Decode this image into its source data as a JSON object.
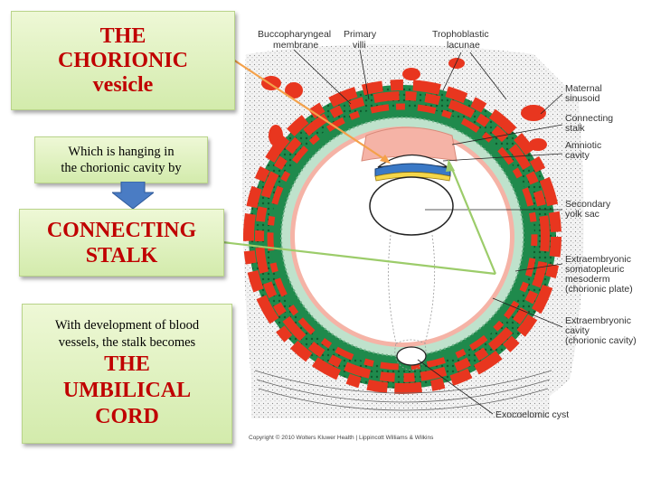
{
  "boxes": {
    "title": {
      "line1": "THE",
      "line2": "CHORIONIC",
      "line3": "vesicle"
    },
    "hanging": {
      "line1": "Which is hanging in",
      "line2": "the chorionic cavity by"
    },
    "stalk": {
      "line1": "CONNECTING",
      "line2": "STALK"
    },
    "umbilical": {
      "line1": "With development of blood",
      "line2": "vessels, the stalk becomes",
      "red1": "THE",
      "red2": "UMBILICAL",
      "red3": "CORD"
    }
  },
  "labels": {
    "buccopharyngeal1": "Buccopharyngeal",
    "buccopharyngeal2": "membrane",
    "primary1": "Primary",
    "primary2": "villi",
    "tropho1": "Trophoblastic",
    "tropho2": "lacunae",
    "maternal1": "Maternal",
    "maternal2": "sinusoid",
    "connecting1": "Connecting",
    "connecting2": "stalk",
    "amniotic1": "Amniotic",
    "amniotic2": "cavity",
    "secondary1": "Secondary",
    "secondary2": "yolk sac",
    "extra_somato1": "Extraembryonic",
    "extra_somato2": "somatopleuric",
    "extra_somato3": "mesoderm",
    "extra_somato4": "(chorionic plate)",
    "extra_cavity1": "Extraembryonic",
    "extra_cavity2": "cavity",
    "extra_cavity3": "(chorionic cavity)",
    "exocoelomic": "Exocoelomic cyst"
  },
  "copyright": "Copyright © 2010 Wolters Kluwer Health | Lippincott Williams & Wilkins",
  "colors": {
    "box_red_text": "#c00000",
    "trophoblast_green": "#1f8a4c",
    "lacunae_red": "#e8361f",
    "mesoderm_mint": "#bfe2cc",
    "pointer_orange": "#f4a14a",
    "pointer_green": "#9ccc6a",
    "arrow_blue": "#4a7cc4"
  }
}
